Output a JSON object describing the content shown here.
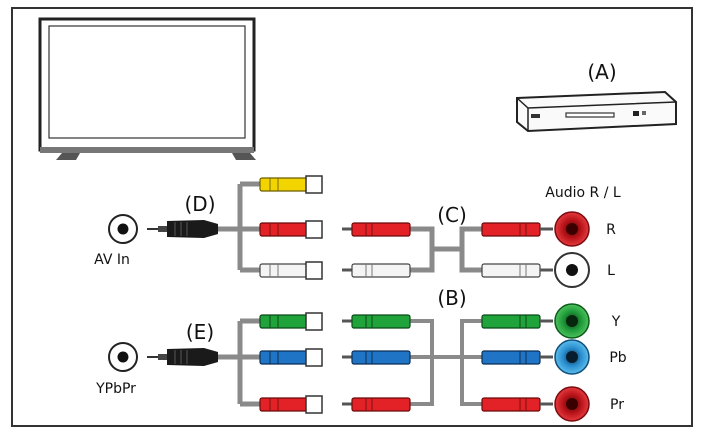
{
  "labels": {
    "device_a": "(A)",
    "cable_b": "(B)",
    "cable_c": "(C)",
    "cable_d": "(D)",
    "cable_e": "(E)",
    "audio_header": "Audio R / L",
    "jack_r": "R",
    "jack_l": "L",
    "jack_y": "Y",
    "jack_pb": "Pb",
    "jack_pr": "Pr",
    "port_av": "AV In",
    "port_ypbpr": "YPbPr"
  },
  "colors": {
    "frame": "#333333",
    "yellow": "#f2d400",
    "red": "#e32227",
    "white": "#f4f4f4",
    "green": "#21a33b",
    "blue": "#1f74c6",
    "jack_green": "#3db54a",
    "jack_blue": "#40a9e0",
    "cable": "#8a8a8a"
  }
}
